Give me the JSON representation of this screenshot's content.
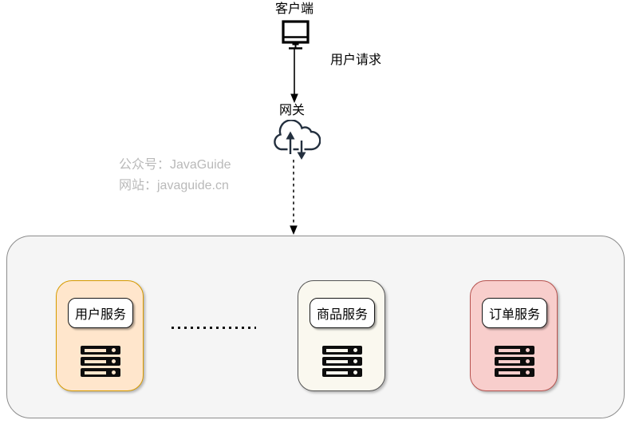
{
  "diagram": {
    "client_label": "客户端",
    "request_label": "用户请求",
    "gateway_label": "网关",
    "watermark": {
      "line1": "公众号：JavaGuide",
      "line2": "网站：javaguide.cn"
    },
    "services": [
      {
        "label": "用户服务",
        "fill": "#FFE6CC",
        "border": "#D79B00"
      },
      {
        "label": "商品服务",
        "fill": "#FAF8EF",
        "border": "#565656"
      },
      {
        "label": "订单服务",
        "fill": "#F8CECC",
        "border": "#B85450"
      }
    ],
    "icons": {
      "client": "monitor-icon",
      "gateway": "cloud-transfer-icon",
      "service": "server-stack-icon"
    },
    "colors": {
      "cluster_fill": "#F5F5F5",
      "cluster_border": "#8C8C8C",
      "gateway_icon": "#232F3E",
      "arrow": "#000000",
      "watermark_text": "#B9B9B9"
    }
  }
}
